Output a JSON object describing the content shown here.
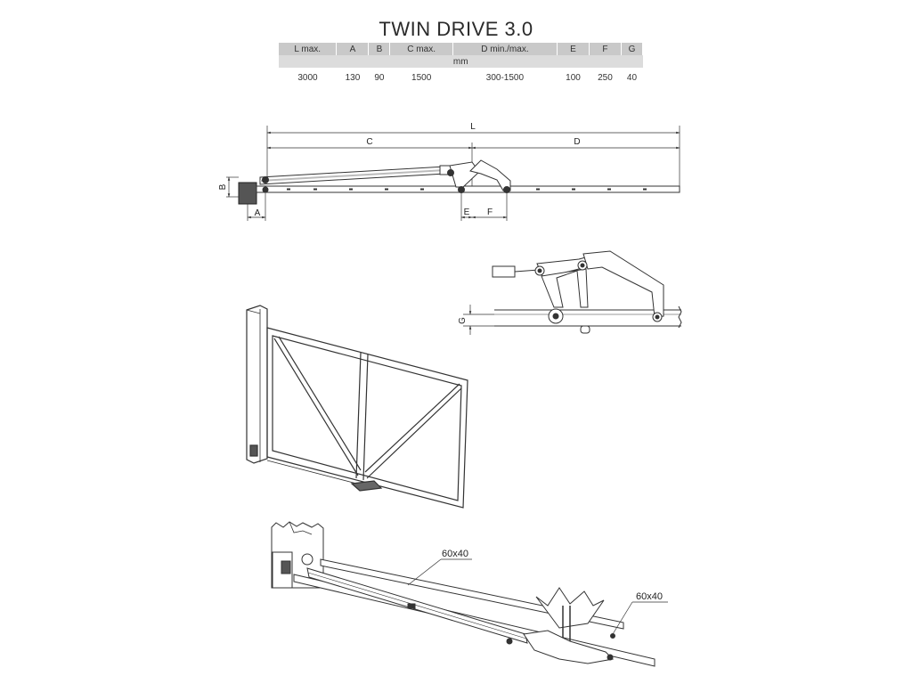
{
  "title": "TWIN DRIVE 3.0",
  "table": {
    "headers": [
      "L max.",
      "A",
      "B",
      "C max.",
      "D min./max.",
      "E",
      "F",
      "G"
    ],
    "unit": "mm",
    "values": [
      "3000",
      "130",
      "90",
      "1500",
      "300-1500",
      "100",
      "250",
      "40"
    ]
  },
  "dimensions": {
    "L": "L",
    "C": "C",
    "D": "D",
    "A": "A",
    "B": "B",
    "E": "E",
    "F": "F",
    "G": "G"
  },
  "profiles": {
    "arm": "60x40",
    "gate": "60x40"
  }
}
